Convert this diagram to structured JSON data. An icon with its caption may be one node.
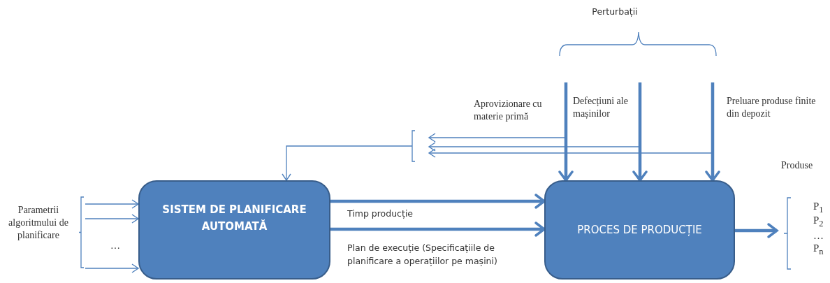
{
  "diagram": {
    "nodes": [
      {
        "text": [
          "SISTEM DE PLANIFICARE AUTOMATĂ"
        ]
      },
      {
        "text": [
          "PROCES DE PRODUCȚIE"
        ]
      },
      {
        "text": [
          "Parametrii algoritmului de planificare"
        ]
      },
      {
        "text": [],
        "shape": "bracket"
      },
      {
        "text": [
          "Produse",
          "P$_{1}$",
          "P$_{2}$",
          "…",
          "P$_{n}$"
        ]
      }
    ],
    "edges": [
      {
        "from": null,
        "to": 1,
        "arrow": "to",
        "style": "thick",
        "label": "Aprovizionare cu materie primă"
      },
      {
        "from": null,
        "to": 1,
        "arrow": "to",
        "style": "thick",
        "label": "Defecțiuni ale mașinilor"
      },
      {
        "from": null,
        "to": 1,
        "arrow": "to",
        "style": "thick",
        "label": "Preluare produse finite din depozit"
      },
      {
        "from": null,
        "to": 3,
        "arrow": "to"
      },
      {
        "from": null,
        "to": 3,
        "arrow": "to"
      },
      {
        "from": null,
        "to": 3,
        "arrow": "to"
      },
      {
        "from": 3,
        "to": 0,
        "arrow": "to"
      },
      {
        "from": 2,
        "to": 0,
        "arrow": "to"
      },
      {
        "from": 2,
        "to": 0,
        "arrow": "to"
      },
      {
        "from": 2,
        "to": 0,
        "arrow": "to"
      },
      {
        "from": 0,
        "to": 1,
        "arrow": "to",
        "style": "thick",
        "label": "Timp producție"
      },
      {
        "from": 0,
        "to": 1,
        "arrow": "to",
        "style": "thick",
        "label": "Plan de execuție (Specificațiile de planificare a operațiilor pe mașini)"
      },
      {
        "from": 1,
        "to": 4,
        "arrow": "to",
        "style": "thick"
      }
    ],
    "labels": [
      "Perturbații",
      "…"
    ]
  }
}
